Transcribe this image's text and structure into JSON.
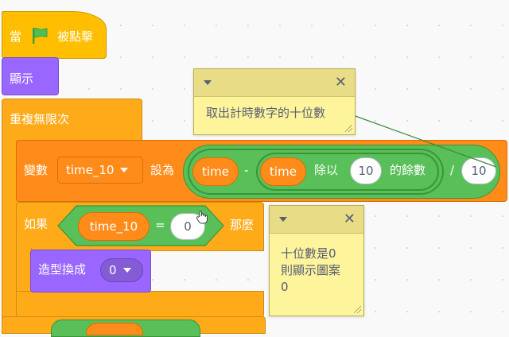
{
  "colors": {
    "events": "#ffbf00",
    "looks": "#9966ff",
    "control": "#ffab19",
    "operators": "#59c059",
    "variables": "#ff8c1a",
    "comment": "#fef49c"
  },
  "blocks": {
    "when_flag": {
      "prefix": "當",
      "suffix": "被點擊",
      "icon": "green-flag-icon"
    },
    "show": {
      "label": "顯示"
    },
    "forever": {
      "label": "重複無限次"
    },
    "set_var": {
      "label": "變數",
      "variable": "time_10",
      "to_label": "設為",
      "expr": {
        "var_a": "time",
        "minus": "-",
        "var_b": "time",
        "mod_label": "除以",
        "mod_value": "10",
        "mod_suffix": "的餘數",
        "divide": "/",
        "divisor": "10"
      }
    },
    "if_block": {
      "label": "如果",
      "variable": "time_10",
      "equals": "=",
      "value": "0",
      "then_label": "那麼"
    },
    "switch_costume": {
      "label": "造型換成",
      "costume": "0"
    }
  },
  "comments": [
    {
      "text": "取出計時數字的十位數"
    },
    {
      "text_lines": [
        "十位數是0",
        "則顯示圖案",
        "0"
      ]
    }
  ]
}
